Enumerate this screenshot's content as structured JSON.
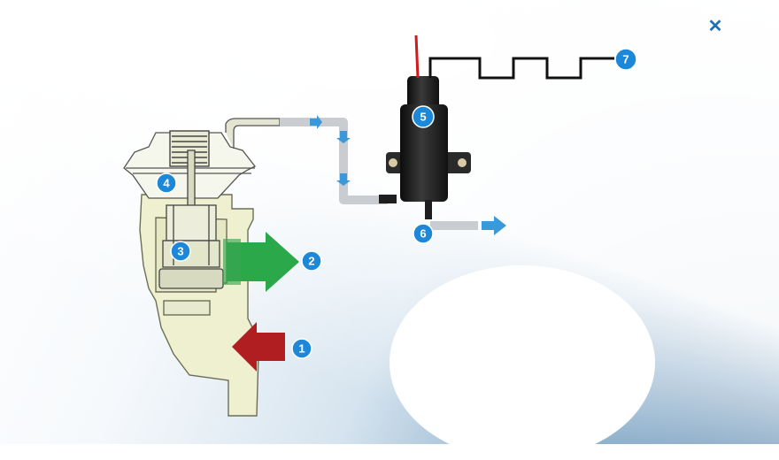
{
  "logo": {
    "mark": "✗"
  },
  "callouts": [
    {
      "id": "callout-1",
      "number": "1"
    },
    {
      "id": "callout-2",
      "number": "2"
    },
    {
      "id": "callout-3",
      "number": "3"
    },
    {
      "id": "callout-4",
      "number": "4"
    },
    {
      "id": "callout-5",
      "number": "5"
    },
    {
      "id": "callout-6",
      "number": "6"
    },
    {
      "id": "callout-7",
      "number": "7"
    }
  ],
  "colors": {
    "callout_blue": "#1e88d8",
    "inlet_arrow_red": "#b01e22",
    "outlet_arrow_green": "#2aa84a",
    "flow_arrow_blue": "#3a9ad9",
    "vacuum_hose": "#c9cdd2",
    "body_fill": "#eef0cf",
    "solenoid_black": "#1a1a1a",
    "signal_wire": "#111111",
    "power_wire": "#d11a1a",
    "logo_blue": "#1f6fb5"
  }
}
